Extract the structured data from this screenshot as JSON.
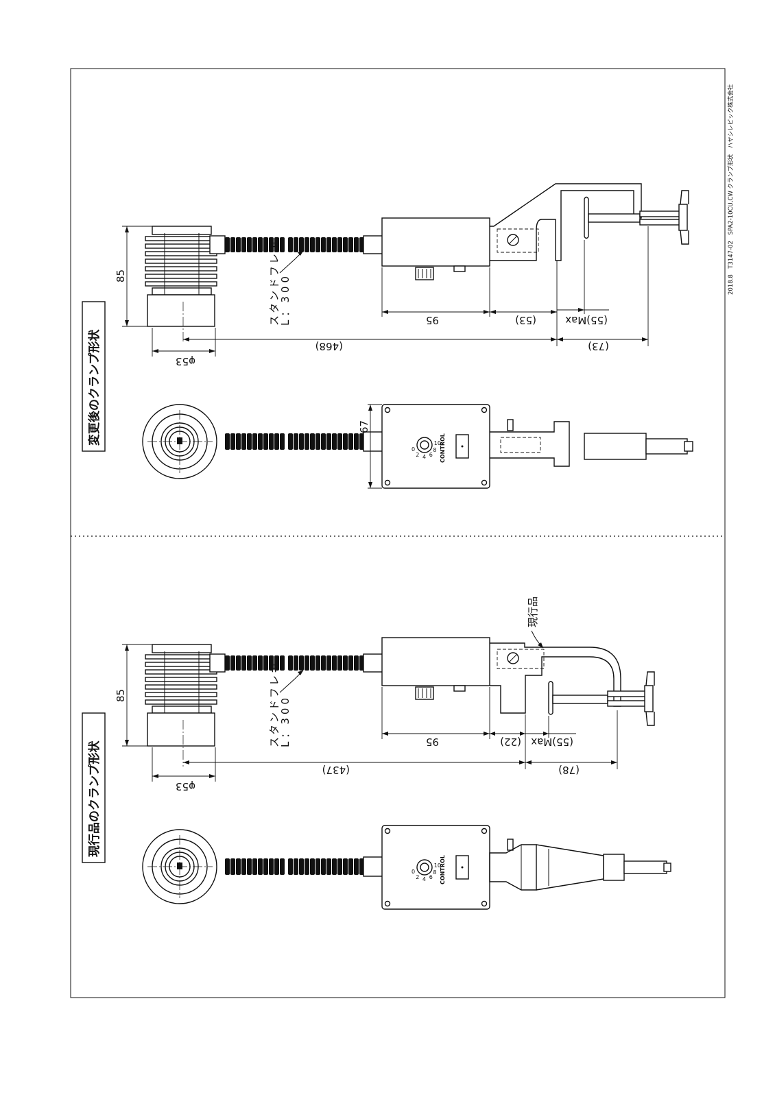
{
  "footer": {
    "text": "2018.8　T3147-02　SPA2-10CU,CW クランプ形状　ハヤシレピック株式会社"
  },
  "panel_new": {
    "title": "変更後のクランプ形状",
    "dims": {
      "height": "85",
      "diameter": "φ53",
      "overall": "(468)",
      "box_length": "95",
      "offset": "(53)",
      "max": "(55)Max",
      "clamp": "(73)",
      "box_depth": "67"
    },
    "flex_label_1": "スタンドフレキ",
    "flex_label_2": "L：300",
    "control_label": "CONTROL",
    "knob_scale": [
      "0",
      "2",
      "4",
      "6",
      "8",
      "10"
    ]
  },
  "panel_current": {
    "title": "現行品のクランプ形状",
    "dims": {
      "height": "85",
      "diameter": "φ53",
      "overall": "(437)",
      "box_length": "95",
      "offset": "(22)",
      "max": "(55)Max",
      "clamp": "(78)"
    },
    "flex_label_1": "スタンドフレキ",
    "flex_label_2": "L：300",
    "product_label": "現行品",
    "control_label": "CONTROL",
    "knob_scale": [
      "0",
      "2",
      "4",
      "6",
      "8",
      "10"
    ]
  }
}
